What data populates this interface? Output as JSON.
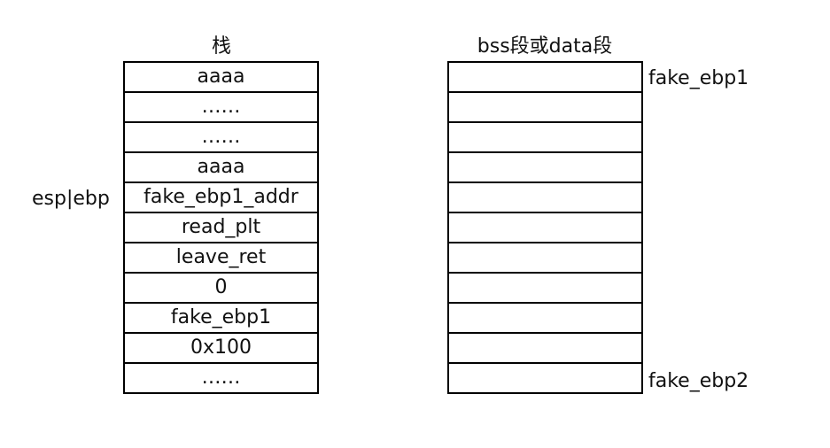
{
  "stack": {
    "title": "栈",
    "cells": [
      "aaaa",
      "……",
      "……",
      "aaaa",
      "fake_ebp1_addr",
      "read_plt",
      "leave_ret",
      "0",
      "fake_ebp1",
      "0x100",
      "……"
    ],
    "pointer_label": "esp|ebp"
  },
  "bss": {
    "title": "bss段或data段",
    "cells": [
      "",
      "",
      "",
      "",
      "",
      "",
      "",
      "",
      "",
      "",
      ""
    ],
    "top_label": "fake_ebp1",
    "bottom_label": "fake_ebp2"
  }
}
